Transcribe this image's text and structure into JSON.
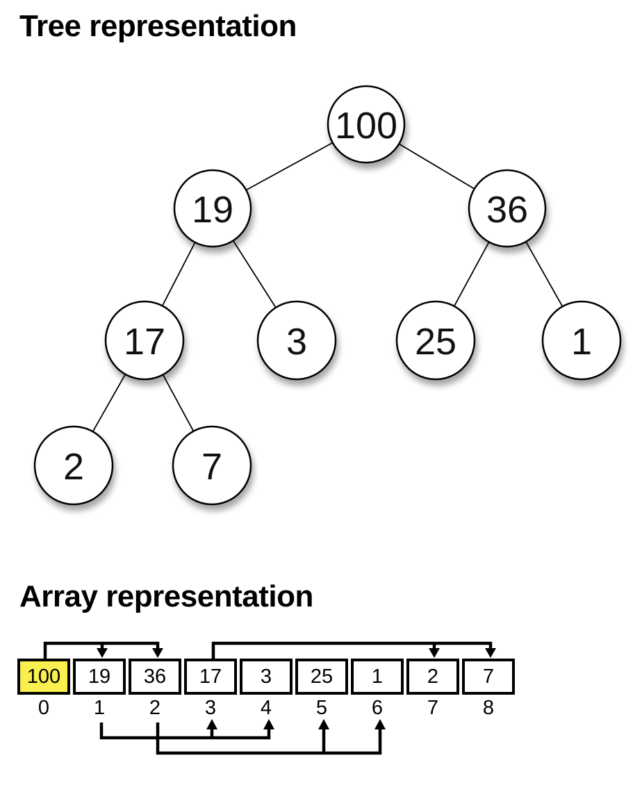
{
  "headings": {
    "tree": "Tree representation",
    "array": "Array representation"
  },
  "tree": {
    "type": "binary-max-heap",
    "nodes": [
      {
        "value": "100"
      },
      {
        "value": "19"
      },
      {
        "value": "36"
      },
      {
        "value": "17"
      },
      {
        "value": "3"
      },
      {
        "value": "25"
      },
      {
        "value": "1"
      },
      {
        "value": "2"
      },
      {
        "value": "7"
      }
    ],
    "edges": [
      {
        "from": "100",
        "to": "19"
      },
      {
        "from": "100",
        "to": "36"
      },
      {
        "from": "19",
        "to": "17"
      },
      {
        "from": "19",
        "to": "3"
      },
      {
        "from": "36",
        "to": "25"
      },
      {
        "from": "36",
        "to": "1"
      },
      {
        "from": "17",
        "to": "2"
      },
      {
        "from": "17",
        "to": "7"
      }
    ]
  },
  "array": {
    "cells": [
      {
        "index": "0",
        "value": "100",
        "highlighted": true
      },
      {
        "index": "1",
        "value": "19",
        "highlighted": false
      },
      {
        "index": "2",
        "value": "36",
        "highlighted": false
      },
      {
        "index": "3",
        "value": "17",
        "highlighted": false
      },
      {
        "index": "4",
        "value": "3",
        "highlighted": false
      },
      {
        "index": "5",
        "value": "25",
        "highlighted": false
      },
      {
        "index": "6",
        "value": "1",
        "highlighted": false
      },
      {
        "index": "7",
        "value": "2",
        "highlighted": false
      },
      {
        "index": "8",
        "value": "7",
        "highlighted": false
      }
    ],
    "highlight_color": "#f9ef4f",
    "links_above": [
      {
        "parent": "0",
        "children": [
          "1",
          "2"
        ]
      },
      {
        "parent": "3",
        "children": [
          "7",
          "8"
        ]
      }
    ],
    "links_below": [
      {
        "parent": "1",
        "children": [
          "3",
          "4"
        ]
      },
      {
        "parent": "2",
        "children": [
          "5",
          "6"
        ]
      }
    ]
  },
  "colors": {
    "line": "#000000",
    "node_fill": "#ffffff",
    "text": "#000000",
    "highlight": "#f9ef4f"
  }
}
